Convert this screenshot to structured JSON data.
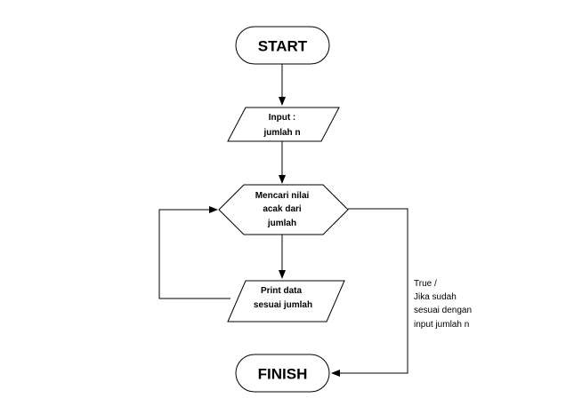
{
  "diagram": {
    "nodes": {
      "start": {
        "label": "START"
      },
      "input": {
        "line1": "Input :",
        "line2": "jumlah n"
      },
      "process": {
        "line1": "Mencari nilai",
        "line2": "acak dari",
        "line3": "jumlah"
      },
      "print": {
        "line1": "Print data",
        "line2": "sesuai jumlah"
      },
      "finish": {
        "label": "FINISH"
      }
    },
    "edges": {
      "true_label": {
        "line1": "True /",
        "line2": "Jika sudah",
        "line3": "sesuai dengan",
        "line4": "input jumlah n"
      }
    }
  }
}
